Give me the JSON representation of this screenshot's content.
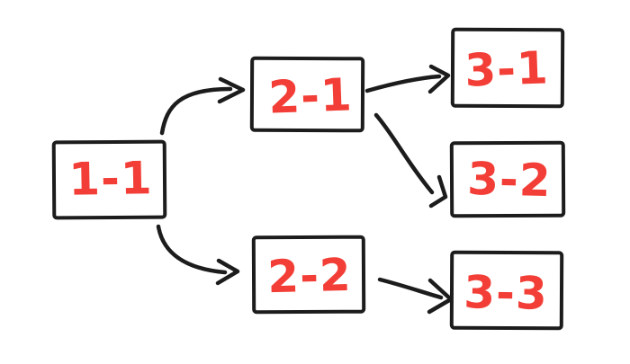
{
  "diagram": {
    "background_color": "#ffffff",
    "ink_color": "#1c1c1c",
    "label_color": "#f23e36",
    "nodes": [
      {
        "id": "1-1",
        "label": "1-1"
      },
      {
        "id": "2-1",
        "label": "2-1"
      },
      {
        "id": "2-2",
        "label": "2-2"
      },
      {
        "id": "3-1",
        "label": "3-1"
      },
      {
        "id": "3-2",
        "label": "3-2"
      },
      {
        "id": "3-3",
        "label": "3-3"
      }
    ],
    "edges": [
      {
        "from": "1-1",
        "to": "2-1"
      },
      {
        "from": "1-1",
        "to": "2-2"
      },
      {
        "from": "2-1",
        "to": "3-1"
      },
      {
        "from": "2-1",
        "to": "3-2"
      },
      {
        "from": "2-2",
        "to": "3-3"
      }
    ]
  }
}
